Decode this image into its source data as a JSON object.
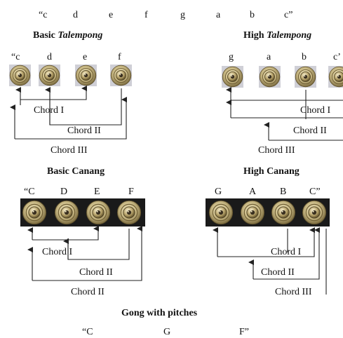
{
  "scale": [
    "“c",
    "d",
    "e",
    "f",
    "g",
    "a",
    "b",
    "c”"
  ],
  "basic_talempong": {
    "title_prefix": "Basic",
    "title_italic": "Talempong",
    "pitches": [
      "“c",
      "d",
      "e",
      "f"
    ],
    "chords": [
      "Chord  I",
      "Chord  II",
      "Chord  III"
    ]
  },
  "high_talempong": {
    "title_prefix": "High",
    "title_italic": "Talempong",
    "pitches": [
      "g",
      "a",
      "b",
      "c’"
    ],
    "chords": [
      "Chord  I",
      "Chord  II",
      "Chord  III"
    ]
  },
  "basic_canang": {
    "title": "Basic Canang",
    "pitches": [
      "“C",
      "D",
      "E",
      "F"
    ],
    "chords": [
      "Chord  I",
      "Chord  II",
      "Chord  II"
    ]
  },
  "high_canang": {
    "title": "High Canang",
    "pitches": [
      "G",
      "A",
      "B",
      "C”"
    ],
    "chords": [
      "Chord  I",
      "Chord  II",
      "Chord  III"
    ]
  },
  "gong": {
    "title": "Gong with pitches",
    "pitches": [
      "“C",
      "G",
      "F”"
    ]
  },
  "colors": {
    "gong_rim": "#a89a6e",
    "gong_face": "#d2c596",
    "canang_bar": "#1a1a1a",
    "line": "#222222"
  }
}
